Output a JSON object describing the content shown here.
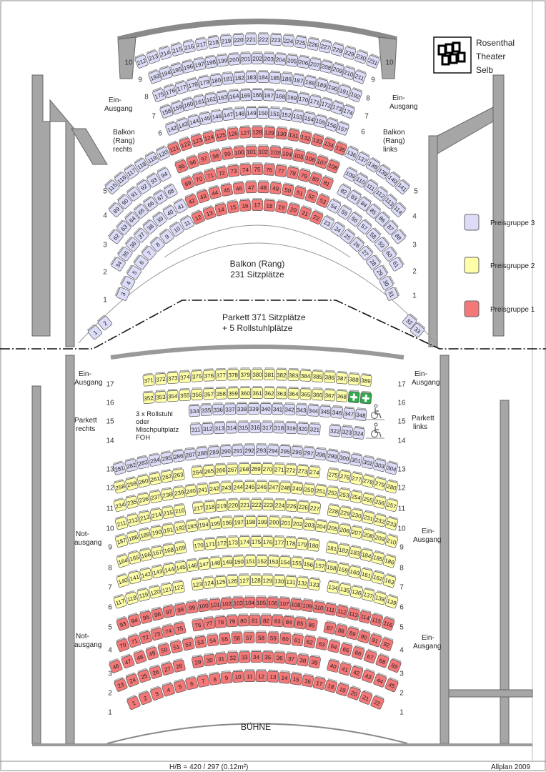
{
  "logo": {
    "line1": "Rosenthal",
    "line2": "Theater",
    "line3": "Selb"
  },
  "legend": {
    "items": [
      {
        "group": 3,
        "label": "Preisgruppe 3",
        "color": "#dcdcf8"
      },
      {
        "group": 2,
        "label": "Preisgruppe 2",
        "color": "#ffffa8"
      },
      {
        "group": 1,
        "label": "Preisgruppe 1",
        "color": "#f47878"
      }
    ],
    "wheelchair_color": "#2eaa4a"
  },
  "balkon": {
    "title_line1": "Balkon (Rang)",
    "title_line2": "231 Sitzplätze",
    "left_side": {
      "l1": "Balkon",
      "l2": "(Rang)",
      "l3": "rechts"
    },
    "right_side": {
      "l1": "Balkon",
      "l2": "(Rang)",
      "l3": "links"
    },
    "exit_left": {
      "l1": "Ein-",
      "l2": "Ausgang"
    },
    "exit_right": {
      "l1": "Ein-",
      "l2": "Ausgang"
    },
    "rows": [
      {
        "label": "1",
        "segments": [
          [
            3,
            11,
            3
          ],
          [
            12,
            22,
            1
          ],
          [
            23,
            31,
            3
          ]
        ]
      },
      {
        "label": "2",
        "segments": [
          [
            34,
            41,
            3
          ],
          [
            42,
            53,
            1
          ],
          [
            54,
            61,
            3
          ]
        ]
      },
      {
        "label": "3",
        "segments": [
          [
            62,
            68,
            3
          ],
          [
            69,
            81,
            1
          ],
          [
            82,
            88,
            3
          ]
        ]
      },
      {
        "label": "4",
        "segments": [
          [
            89,
            94,
            3
          ],
          [
            95,
            108,
            1
          ],
          [
            109,
            114,
            3
          ]
        ]
      },
      {
        "label": "5",
        "segments": [
          [
            115,
            120,
            3
          ],
          [
            121,
            135,
            1
          ],
          [
            136,
            141,
            3
          ]
        ]
      },
      {
        "label": "6",
        "segments": [
          [
            142,
            157,
            3
          ]
        ]
      },
      {
        "label": "7",
        "segments": [
          [
            158,
            174,
            3
          ]
        ]
      },
      {
        "label": "8",
        "segments": [
          [
            175,
            192,
            3
          ]
        ]
      },
      {
        "label": "9",
        "segments": [
          [
            193,
            211,
            3
          ]
        ]
      },
      {
        "label": "10",
        "segments": [
          [
            212,
            231,
            3
          ]
        ]
      }
    ],
    "corner_seats": [
      {
        "numbers": [
          1,
          2
        ],
        "group": 3
      },
      {
        "numbers": [
          32,
          33
        ],
        "group": 3
      }
    ]
  },
  "parkett": {
    "title_line1": "Parkett 371 Sitzplätze",
    "title_line2": "+ 5 Rollstuhlplätze",
    "left_side": {
      "l1": "Parkett",
      "l2": "rechts"
    },
    "right_side": {
      "l1": "Parkett",
      "l2": "links"
    },
    "exit_left_top": {
      "l1": "Ein-",
      "l2": "Ausgang"
    },
    "exit_right_top": {
      "l1": "Ein-",
      "l2": "Ausgang"
    },
    "emergency_left_1": {
      "l1": "Not-",
      "l2": "ausgang"
    },
    "emergency_left_2": {
      "l1": "Not-",
      "l2": "ausgang"
    },
    "exit_right_1": {
      "l1": "Ein-",
      "l2": "Ausgang"
    },
    "exit_right_2": {
      "l1": "Ein-",
      "l2": "Ausgang"
    },
    "wheelchair_note": {
      "l1": "3 x Rollstuhl",
      "l2": "oder",
      "l3": "Mischpultplatz",
      "l4": "FOH"
    },
    "rows": [
      {
        "label": "1",
        "segments": [
          [
            1,
            22,
            1
          ]
        ]
      },
      {
        "label": "2",
        "segments": [
          [
            23,
            28,
            1
          ],
          [
            29,
            39,
            1
          ],
          [
            40,
            45,
            1
          ]
        ]
      },
      {
        "label": "3",
        "segments": [
          [
            46,
            69,
            1
          ]
        ]
      },
      {
        "label": "4",
        "segments": [
          [
            70,
            75,
            1
          ],
          [
            76,
            86,
            1
          ],
          [
            87,
            92,
            1
          ]
        ]
      },
      {
        "label": "5",
        "segments": [
          [
            93,
            116,
            1
          ]
        ]
      },
      {
        "label": "6",
        "segments": [
          [
            117,
            122,
            2
          ],
          [
            123,
            133,
            2
          ],
          [
            134,
            139,
            2
          ]
        ]
      },
      {
        "label": "7",
        "segments": [
          [
            140,
            163,
            2
          ]
        ]
      },
      {
        "label": "8",
        "segments": [
          [
            164,
            169,
            2
          ],
          [
            170,
            180,
            2
          ],
          [
            181,
            186,
            2
          ]
        ]
      },
      {
        "label": "9",
        "segments": [
          [
            187,
            210,
            2
          ]
        ]
      },
      {
        "label": "10",
        "segments": [
          [
            211,
            216,
            2
          ],
          [
            217,
            227,
            2
          ],
          [
            228,
            233,
            2
          ]
        ]
      },
      {
        "label": "11",
        "segments": [
          [
            234,
            257,
            2
          ]
        ]
      },
      {
        "label": "12",
        "segments": [
          [
            258,
            263,
            2
          ],
          [
            264,
            274,
            2
          ],
          [
            275,
            280,
            2
          ]
        ]
      },
      {
        "label": "13",
        "segments": [
          [
            281,
            304,
            3
          ]
        ]
      },
      {
        "label": "14",
        "segments": [
          [
            311,
            321,
            3
          ],
          [
            322,
            324,
            3
          ]
        ],
        "wheelchair_icon": true
      },
      {
        "label": "15",
        "segments": [
          [
            334,
            348,
            3
          ]
        ],
        "wheelchair_icon": true
      },
      {
        "label": "16",
        "segments": [
          [
            352,
            368,
            2
          ]
        ],
        "wheelchair_spaces": 2
      },
      {
        "label": "17",
        "segments": [
          [
            371,
            389,
            2
          ]
        ]
      }
    ]
  },
  "stage": {
    "label": "BÜHNE"
  },
  "footer": {
    "scale": "H/B = 420 / 297 (0.12m²)",
    "software": "Allplan 2009"
  }
}
